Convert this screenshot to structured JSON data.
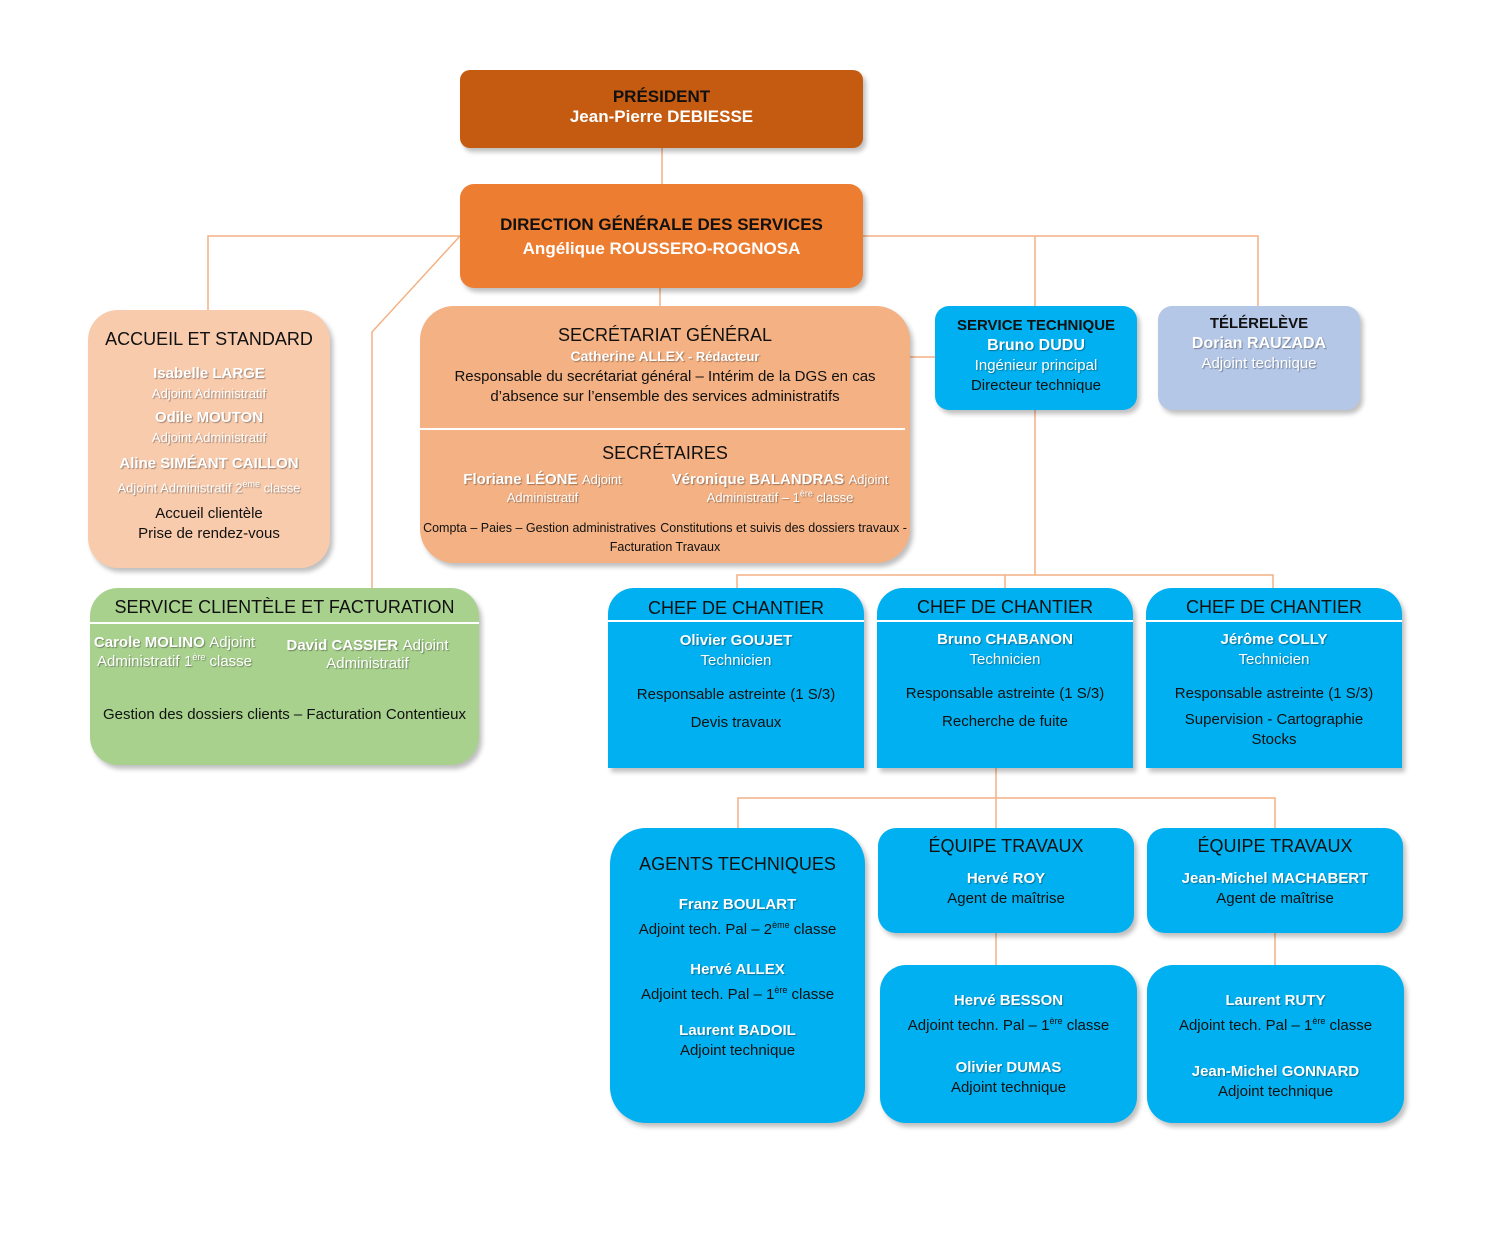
{
  "colors": {
    "president": "#c55a11",
    "dgs": "#ed7d31",
    "accueil": "#f8cbad",
    "secretariat": "#f4b183",
    "technique": "#00b0f0",
    "telereleve": "#b4c7e7",
    "clientele": "#a9d18e",
    "line": "#f4b183"
  },
  "president": {
    "title": "PRÉSIDENT",
    "name": "Jean-Pierre DEBIESSE"
  },
  "dgs": {
    "title": "DIRECTION GÉNÉRALE DES SERVICES",
    "name": "Angélique ROUSSERO-ROGNOSA"
  },
  "accueil": {
    "title": "ACCUEIL ET STANDARD",
    "p1_name": "Isabelle LARGE",
    "p1_role": "Adjoint Administratif",
    "p2_name": "Odile MOUTON",
    "p2_role": "Adjoint Administratif",
    "p3_name": "Aline SIMÉANT CAILLON",
    "p3_role_a": "Adjoint Administratif 2",
    "p3_role_sup": "ème",
    "p3_role_b": " classe",
    "task1": "Accueil clientèle",
    "task2": "Prise de rendez-vous"
  },
  "secretariat": {
    "title": "SECRÉTARIAT GÉNÉRAL",
    "head_name": "Catherine ALLEX",
    "head_role": " - Rédacteur",
    "desc1": "Responsable du secrétariat général – Intérim de la DGS en cas",
    "desc2": "d’absence sur l’ensemble des services administratifs",
    "sub_title": "SECRÉTAIRES",
    "s1_name": "Floriane LÉONE",
    "s1_role": "Adjoint Administratif",
    "s2_name": "Véronique BALANDRAS",
    "s2_role_a": "Adjoint Administratif – 1",
    "s2_role_sup": "ère",
    "s2_role_b": " classe",
    "task1": "Compta – Paies – Gestion administratives",
    "task2": "Constitutions et suivis des dossiers travaux - Facturation Travaux"
  },
  "service_technique": {
    "title": "SERVICE TECHNIQUE",
    "name": "Bruno DUDU",
    "role": "Ingénieur principal",
    "function": "Directeur technique"
  },
  "telereleve": {
    "title": "TÉLÉRELÈVE",
    "name": "Dorian RAUZADA",
    "role": "Adjoint technique"
  },
  "clientele": {
    "title": "SERVICE CLIENTÈLE ET FACTURATION",
    "p1_name": "Carole MOLINO",
    "p1_role": "Adjoint Administratif",
    "p1_class_sup": "ère",
    "p1_class_a": "1",
    "p1_class_b": " classe",
    "p2_name": "David CASSIER",
    "p2_role": "Adjoint Administratif",
    "task1": "Gestion des dossiers clients – Facturation",
    "task2": "Contentieux"
  },
  "chefs": [
    {
      "title": "CHEF DE CHANTIER",
      "name": "Olivier GOUJET",
      "role": "Technicien",
      "task1": "Responsable astreinte (1 S/3)",
      "task2": "Devis travaux",
      "task3": ""
    },
    {
      "title": "CHEF DE CHANTIER",
      "name": "Bruno CHABANON",
      "role": "Technicien",
      "task1": "Responsable astreinte (1 S/3)",
      "task2": "Recherche de fuite",
      "task3": ""
    },
    {
      "title": "CHEF DE CHANTIER",
      "name": "Jérôme COLLY",
      "role": "Technicien",
      "task1": "Responsable astreinte (1 S/3)",
      "task2": "Supervision - Cartographie",
      "task3": "Stocks"
    }
  ],
  "agents": {
    "title": "AGENTS TECHNIQUES",
    "a1_name": "Franz BOULART",
    "a1_role_a": "Adjoint tech. Pal – 2",
    "a1_role_sup": "ème",
    "a1_role_b": " classe",
    "a2_name": "Hervé ALLEX",
    "a2_role_a": "Adjoint tech. Pal – 1",
    "a2_role_sup": "ère",
    "a2_role_b": "  classe",
    "a3_name": "Laurent BADOIL",
    "a3_role": "Adjoint technique"
  },
  "equipes": [
    {
      "title": "ÉQUIPE TRAVAUX",
      "lead_name": "Hervé ROY",
      "lead_role": "Agent de maîtrise",
      "m1_name": "Hervé BESSON",
      "m1_role_a": "Adjoint techn. Pal  – 1",
      "m1_role_sup": "ère",
      "m1_role_b": " classe",
      "m2_name": "Olivier DUMAS",
      "m2_role": "Adjoint technique"
    },
    {
      "title": "ÉQUIPE TRAVAUX",
      "lead_name": "Jean-Michel MACHABERT",
      "lead_role": "Agent de maîtrise",
      "m1_name": "Laurent RUTY",
      "m1_role_a": "Adjoint tech. Pal – 1",
      "m1_role_sup": "ère",
      "m1_role_b": " classe",
      "m2_name": "Jean-Michel GONNARD",
      "m2_role": "Adjoint technique"
    }
  ]
}
